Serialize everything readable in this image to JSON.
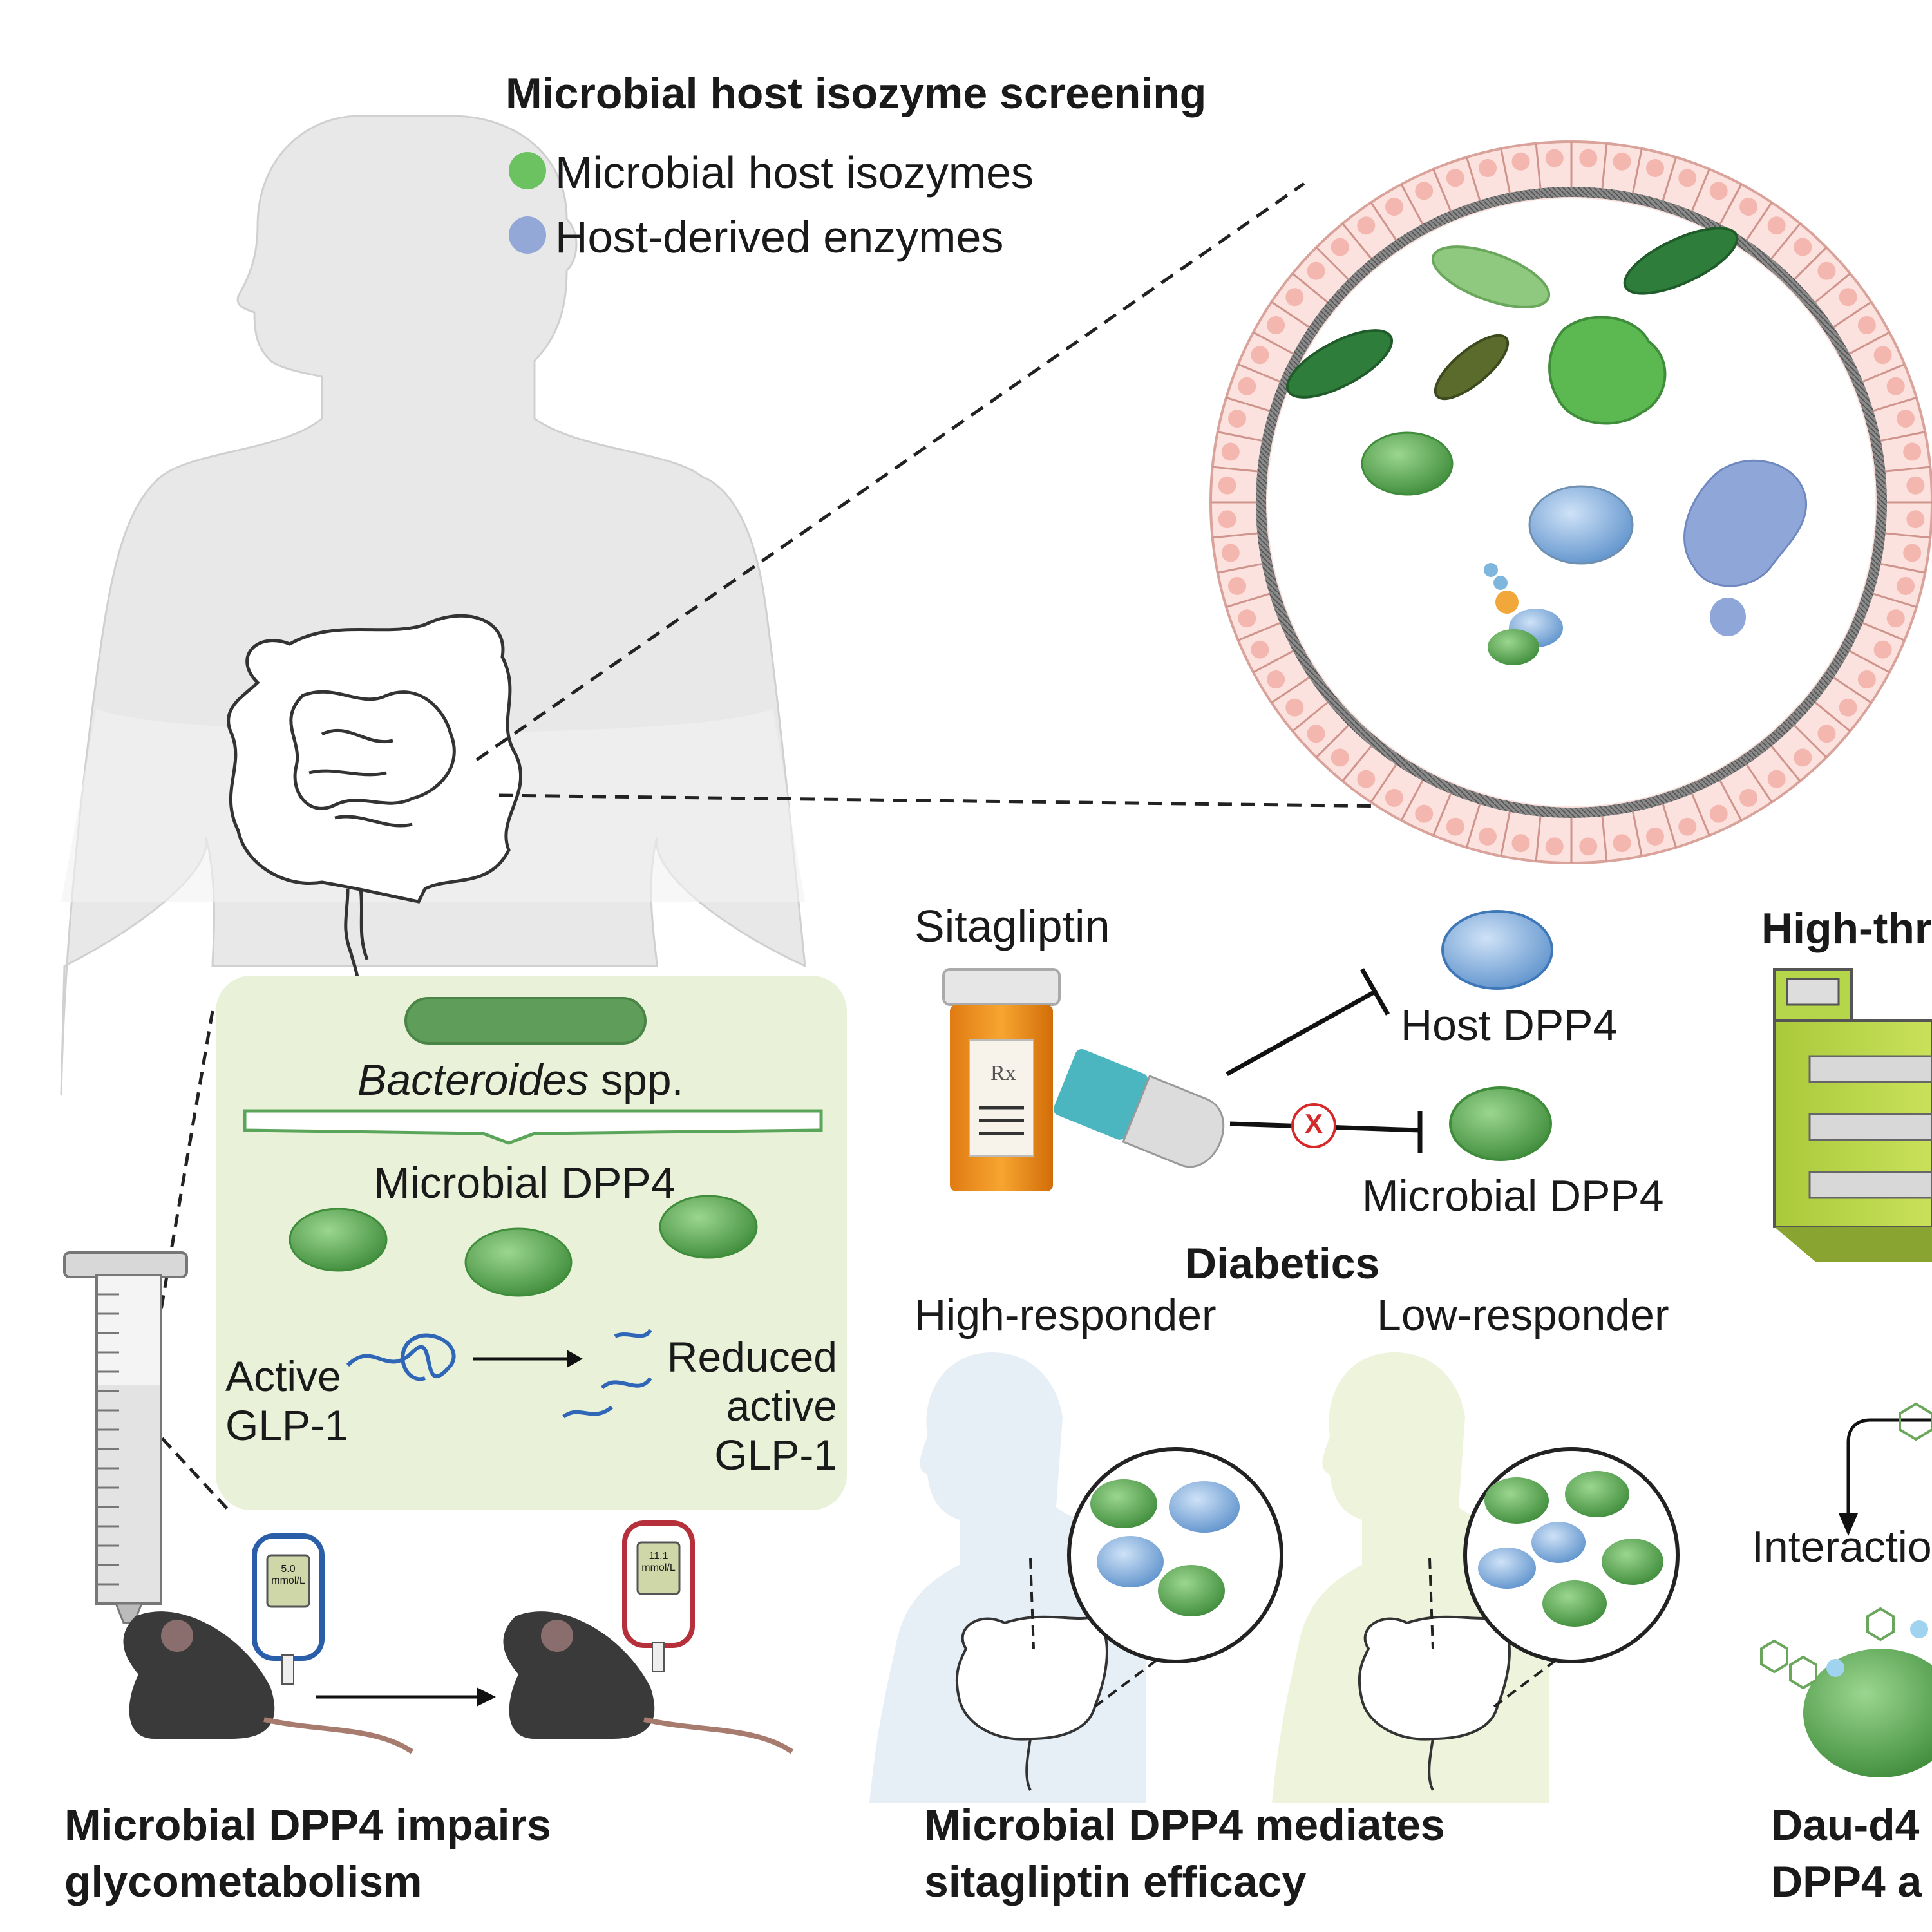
{
  "screening": {
    "title": "Microbial host isozyme screening",
    "legend": [
      {
        "label": "Microbial host isozymes",
        "color": "#6cc160"
      },
      {
        "label": "Host-derived enzymes",
        "color": "#94a8d8"
      }
    ]
  },
  "bacteroides_panel": {
    "genus": "Bacteroides",
    "suffix": " spp.",
    "enzyme_label": "Microbial DPP4",
    "active_glp1_line1": "Active",
    "active_glp1_line2": "GLP-1",
    "reduced_line1": "Reduced",
    "reduced_line2": "active",
    "reduced_line3": "GLP-1"
  },
  "glucometers": {
    "before": {
      "value": "5.0",
      "unit": "mmol/L"
    },
    "after": {
      "value": "11.1",
      "unit": "mmol/L"
    }
  },
  "section_impairs": {
    "line1": "Microbial DPP4 impairs",
    "line2": "glycometabolism"
  },
  "sitagliptin": {
    "drug_label": "Sitagliptin",
    "rx": "Rx",
    "host_target": "Host DPP4",
    "microbial_target": "Microbial DPP4",
    "blocked_mark": "X"
  },
  "diabetics": {
    "title": "Diabetics",
    "high": "High-responder",
    "low": "Low-responder"
  },
  "section_mediates": {
    "line1": "Microbial DPP4 mediates",
    "line2": "sitagliptin efficacy"
  },
  "right_column": {
    "header_partial": "High-thr",
    "interaction_partial": "Interactio",
    "footer_line1": "Dau-d4",
    "footer_line2": "DPP4 a"
  },
  "colors": {
    "microbial_green": "#5fae55",
    "host_blue": "#8fb3dc",
    "host_blue_dark": "#3f78b8",
    "panel_bg": "#e9f2d8",
    "epithelium_pink": "#f6d4cf",
    "body_gray": "#e8e8e8",
    "glp1_blue": "#2f66b8",
    "inhibit_red": "#d62828"
  }
}
